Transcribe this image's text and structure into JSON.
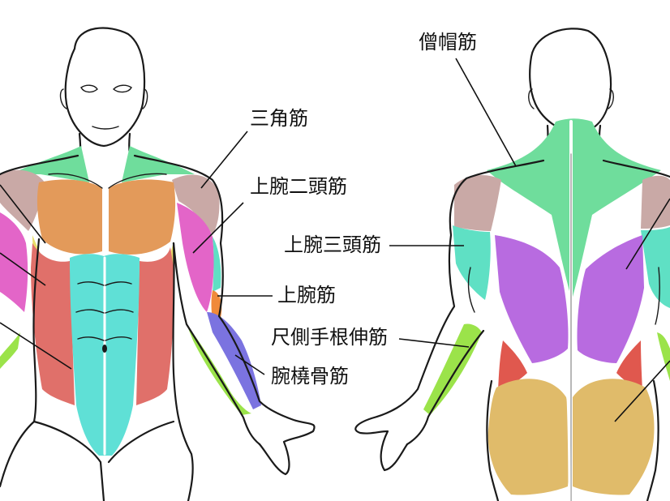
{
  "labels": {
    "trapezius": "僧帽筋",
    "deltoid": "三角筋",
    "biceps": "上腕二頭筋",
    "triceps": "上腕三頭筋",
    "brachialis": "上腕筋",
    "extensor_carpi_ulnaris": "尺側手根伸筋",
    "brachioradialis": "腕橈骨筋"
  },
  "colors": {
    "trapezius": "#6fdd9c",
    "deltoid": "#c9a9a6",
    "pectoral": "#e39a5a",
    "rectus": "#5fe0d6",
    "oblique": "#e0706a",
    "biceps": "#e365c8",
    "serratus": "#e8dd6a",
    "triceps": "#5fe0c4",
    "brachialis": "#f08a3a",
    "brachioradialis": "#7b73e0",
    "forearm_ext": "#9be34a",
    "latissimus": "#b86be0",
    "gluteus": "#e0bb6a",
    "erector": "#e0584e",
    "line": "#1a1a1a"
  }
}
